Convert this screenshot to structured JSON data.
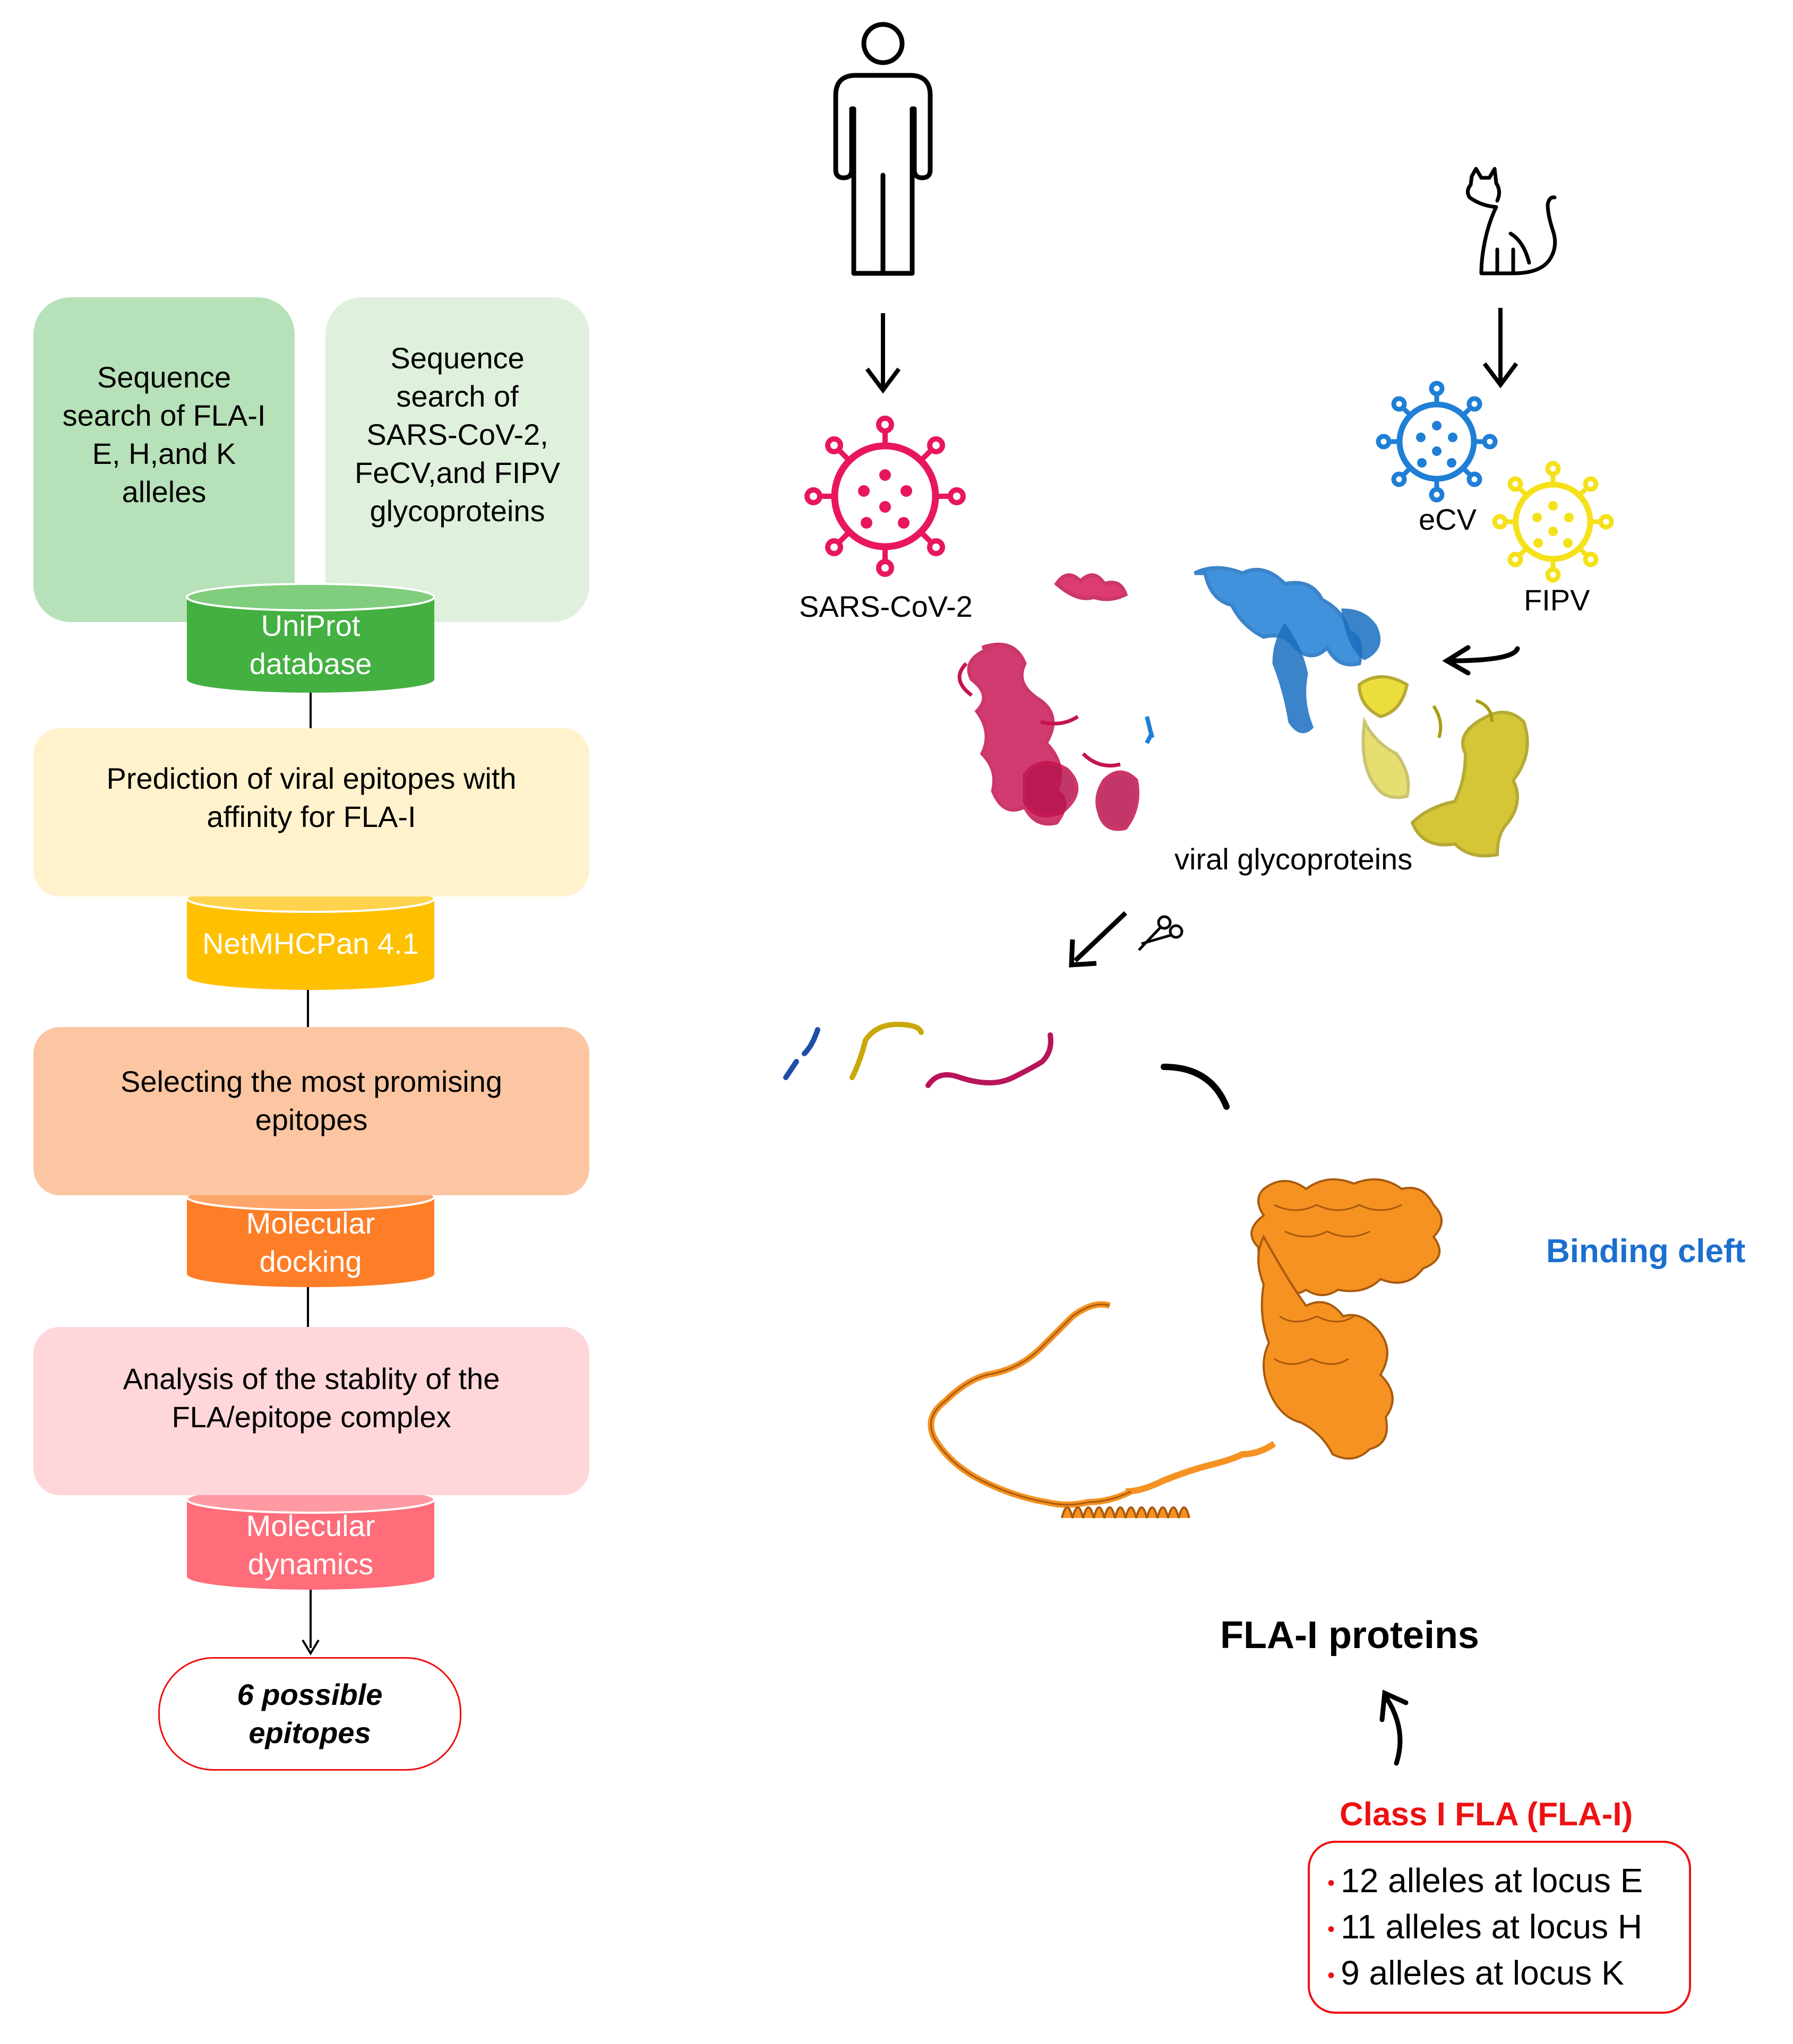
{
  "workflow": {
    "box_fla_search": "Sequence\nsearch of FLA-I\nE, H,and K\nalleles",
    "box_viral_search": "Sequence\nsearch of\nSARS-CoV-2,\nFeCV,and FIPV\nglycoproteins",
    "db_uniprot": "UniProt\ndatabase",
    "box_prediction": "Prediction of viral epitopes with\naffinity for FLA-I",
    "db_netmhc": "NetMHCPan 4.1",
    "box_selecting": "Selecting the most promising\nepitopes",
    "db_docking": "Molecular\ndocking",
    "box_stability": "Analysis of the stablity of the\nFLA/epitope complex",
    "db_dynamics": "Molecular\ndynamics",
    "result": "6 possible\nepitopes"
  },
  "right": {
    "sars_label": "SARS-CoV-2",
    "ecv_label": "eCV",
    "fipv_label": "FIPV",
    "glyco_label": "viral glycoproteins",
    "binding_cleft": "Binding cleft",
    "fla_proteins": "FLA-I proteins",
    "class_title": "Class I FLA (FLA-I)",
    "alleles": [
      "12 alleles at locus E",
      "11 alleles at locus H",
      "9 alleles at locus K"
    ]
  },
  "icons": [
    "human-icon",
    "cat-icon",
    "virus-icon",
    "scissors-icon"
  ],
  "colors": {
    "green_dark": "#b7e1b8",
    "green_light": "#dff0dc",
    "uniprot": "#44b041",
    "yellow_box": "#fff2cc",
    "netmhc": "#ffc000",
    "orange_box": "#fcc6a2",
    "docking": "#fd7e27",
    "pink_box": "#ffd7da",
    "dynamics": "#ff6d7a",
    "sars": "#e8175d",
    "ecv": "#1f7fd6",
    "fipv": "#f5e11a",
    "protein_orange": "#f59222",
    "class_red": "#ee1111",
    "cleft_blue": "#1b6fcf"
  }
}
